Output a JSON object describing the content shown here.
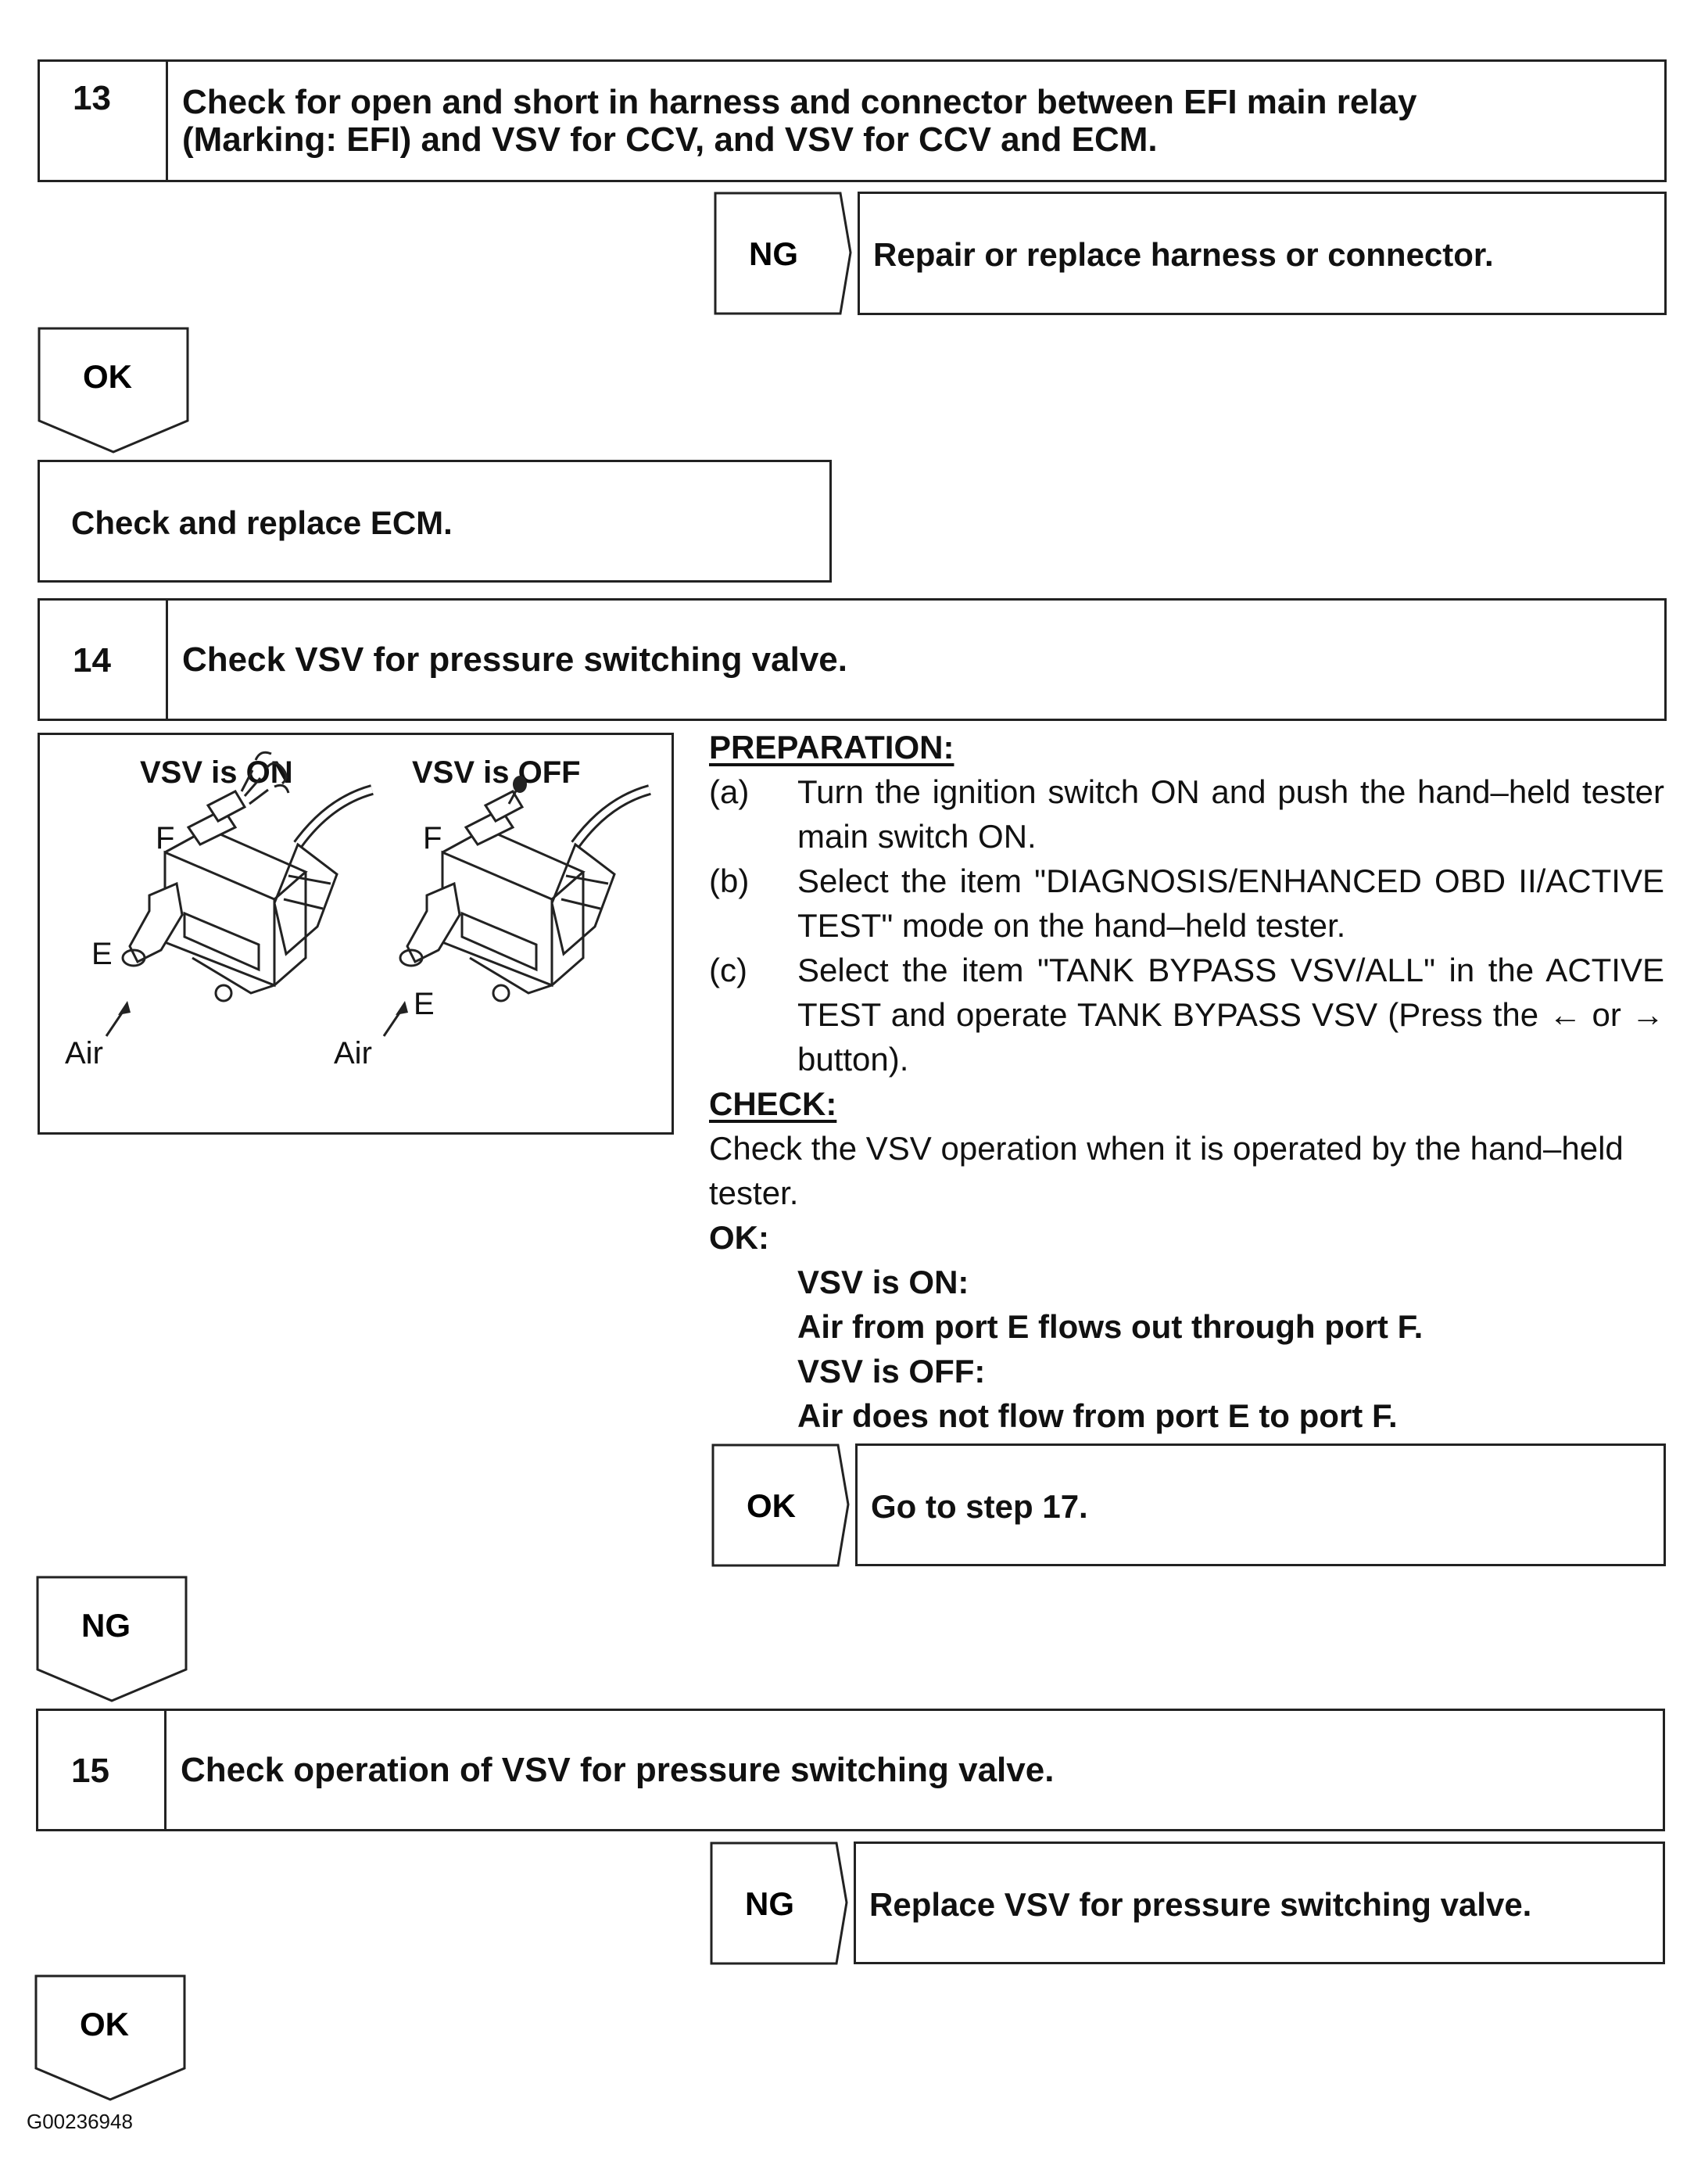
{
  "steps": [
    {
      "number": "13",
      "title_line1": "Check for open and short in harness and connector between EFI main relay",
      "title_line2": "(Marking: EFI) and VSV for CCV, and VSV for CCV and ECM."
    },
    {
      "number": "14",
      "title": "Check VSV for pressure switching valve."
    },
    {
      "number": "15",
      "title": "Check operation of VSV for pressure switching valve."
    }
  ],
  "step13": {
    "ng_label": "NG",
    "ng_action": "Repair or replace harness or connector.",
    "ok_label": "OK",
    "ok_action": "Check and replace ECM."
  },
  "step14": {
    "figure": {
      "label_on": "VSV is ON",
      "label_off": "VSV is OFF",
      "port_f": "F",
      "port_e": "E",
      "air": "Air"
    },
    "preparation_heading": "PREPARATION:",
    "preparation": [
      {
        "letter": "(a)",
        "text": "Turn the ignition switch ON and push the hand–held tester main switch ON."
      },
      {
        "letter": "(b)",
        "text": "Select the item \"DIAGNOSIS/ENHANCED OBD II/ACTIVE TEST\" mode on the hand–held tester."
      },
      {
        "letter": "(c)",
        "text": "Select the item \"TANK BYPASS VSV/ALL\" in the ACTIVE TEST and operate TANK BYPASS VSV (Press the ← or → button)."
      }
    ],
    "check_heading": "CHECK:",
    "check_text": "Check the VSV operation when it is operated by the hand–held tester.",
    "ok_heading": "OK:",
    "ok_items": [
      "VSV is ON:",
      "Air from port E flows out through port F.",
      "VSV is OFF:",
      "Air does not flow from port E to port F."
    ],
    "ok_label": "OK",
    "ok_action": "Go to step 17.",
    "ng_label": "NG"
  },
  "step15": {
    "ng_label": "NG",
    "ng_action": "Replace VSV for pressure switching valve.",
    "ok_label": "OK"
  },
  "figure_code": "G00236948"
}
